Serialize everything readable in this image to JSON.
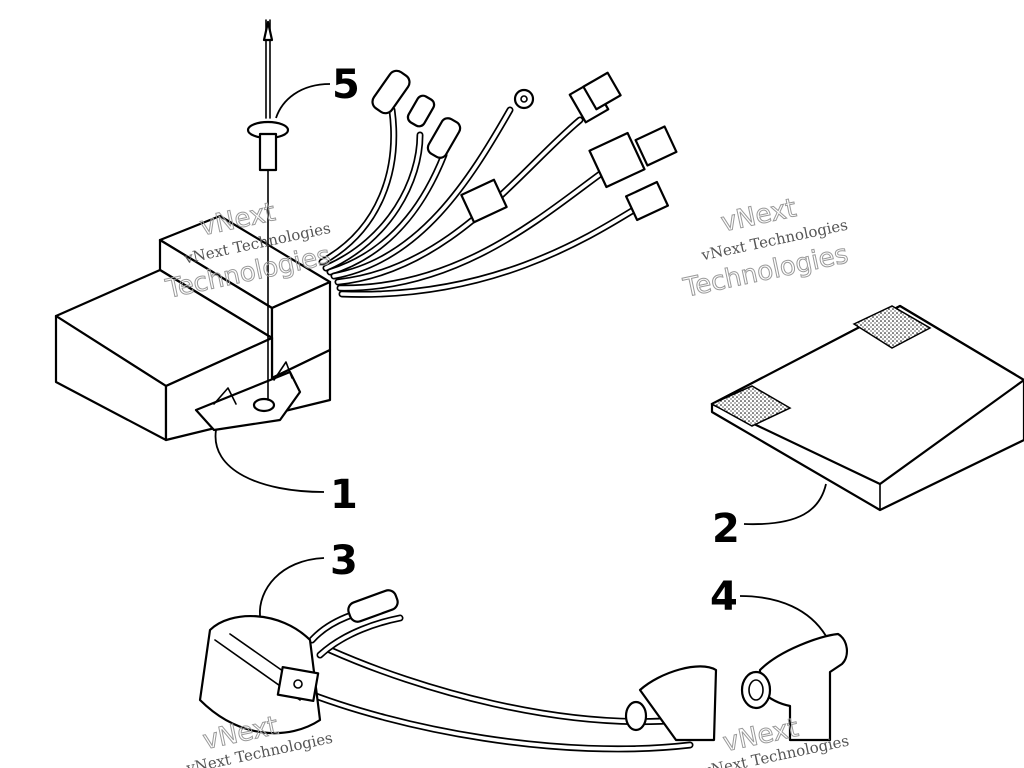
{
  "callouts": {
    "c1": "1",
    "c2": "2",
    "c3": "3",
    "c4": "4",
    "c5": "5"
  },
  "watermark": {
    "small": "vNext Technologies",
    "brand_top": "vNext",
    "brand_bottom": "Technologies"
  },
  "colors": {
    "line": "#000000",
    "background": "#ffffff",
    "watermark": "#9a9a9a"
  }
}
